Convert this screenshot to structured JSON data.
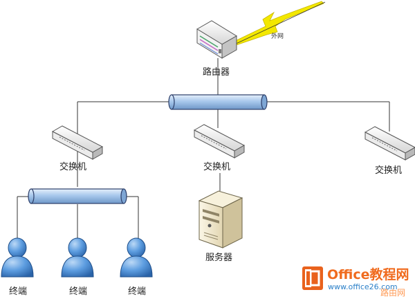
{
  "labels": {
    "router": "路由器",
    "wan": "外网",
    "switch_center": "交换机",
    "switch_left": "交换机",
    "switch_right": "交换机",
    "server": "服务器",
    "terminal_1": "终端",
    "terminal_2": "终端",
    "terminal_3": "终端"
  },
  "watermark": {
    "brand": "Office教程网",
    "url": "www.office26.com",
    "overlay": "路由网"
  },
  "colors": {
    "bus_fill": "#a8c8ec",
    "bus_stroke": "#2d3f6a",
    "person_fill": "#4f90d6",
    "server_fill": "#efe6cb",
    "lightning": "#f3e800",
    "logo_orange": "#e9621d"
  }
}
